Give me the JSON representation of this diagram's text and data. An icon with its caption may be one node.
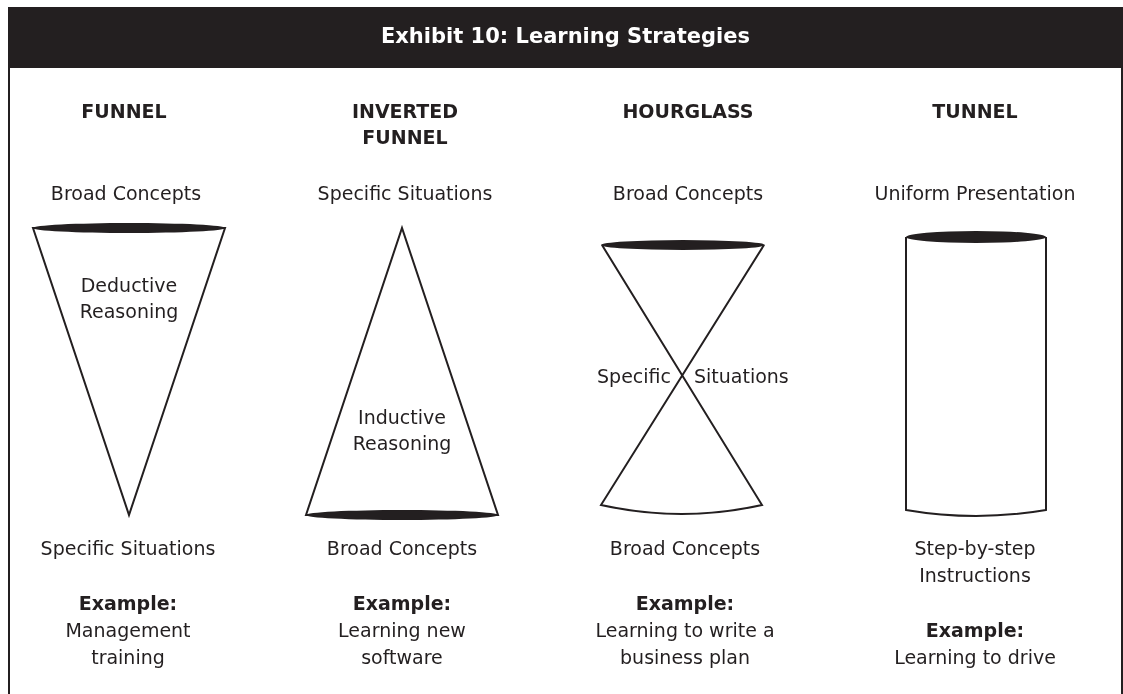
{
  "diagram": {
    "title": "Exhibit 10: Learning Strategies",
    "nodes": [
      {
        "text": [
          "Deductive Reasoning"
        ]
      },
      {
        "text": [
          "Inductive Reasoning"
        ]
      },
      {
        "text": [
          "Specific",
          "Situations"
        ]
      },
      {
        "text": [],
        "shape": "cylinder"
      }
    ],
    "edges": [],
    "labels": [
      "FUNNEL",
      "INVERTED FUNNEL",
      "HOURGLASS",
      "TUNNEL",
      "Broad Concepts",
      "Specific Situations",
      "Broad Concepts",
      "Uniform Presentation",
      "Specific Situations",
      "Broad Concepts",
      "Broad Concepts",
      "Step-by-step Instructions",
      "Example:",
      "Management training",
      "Example:",
      "Learning new software",
      "Example:",
      "Learning to write a business plan",
      "Example:",
      "Learning to drive"
    ]
  }
}
